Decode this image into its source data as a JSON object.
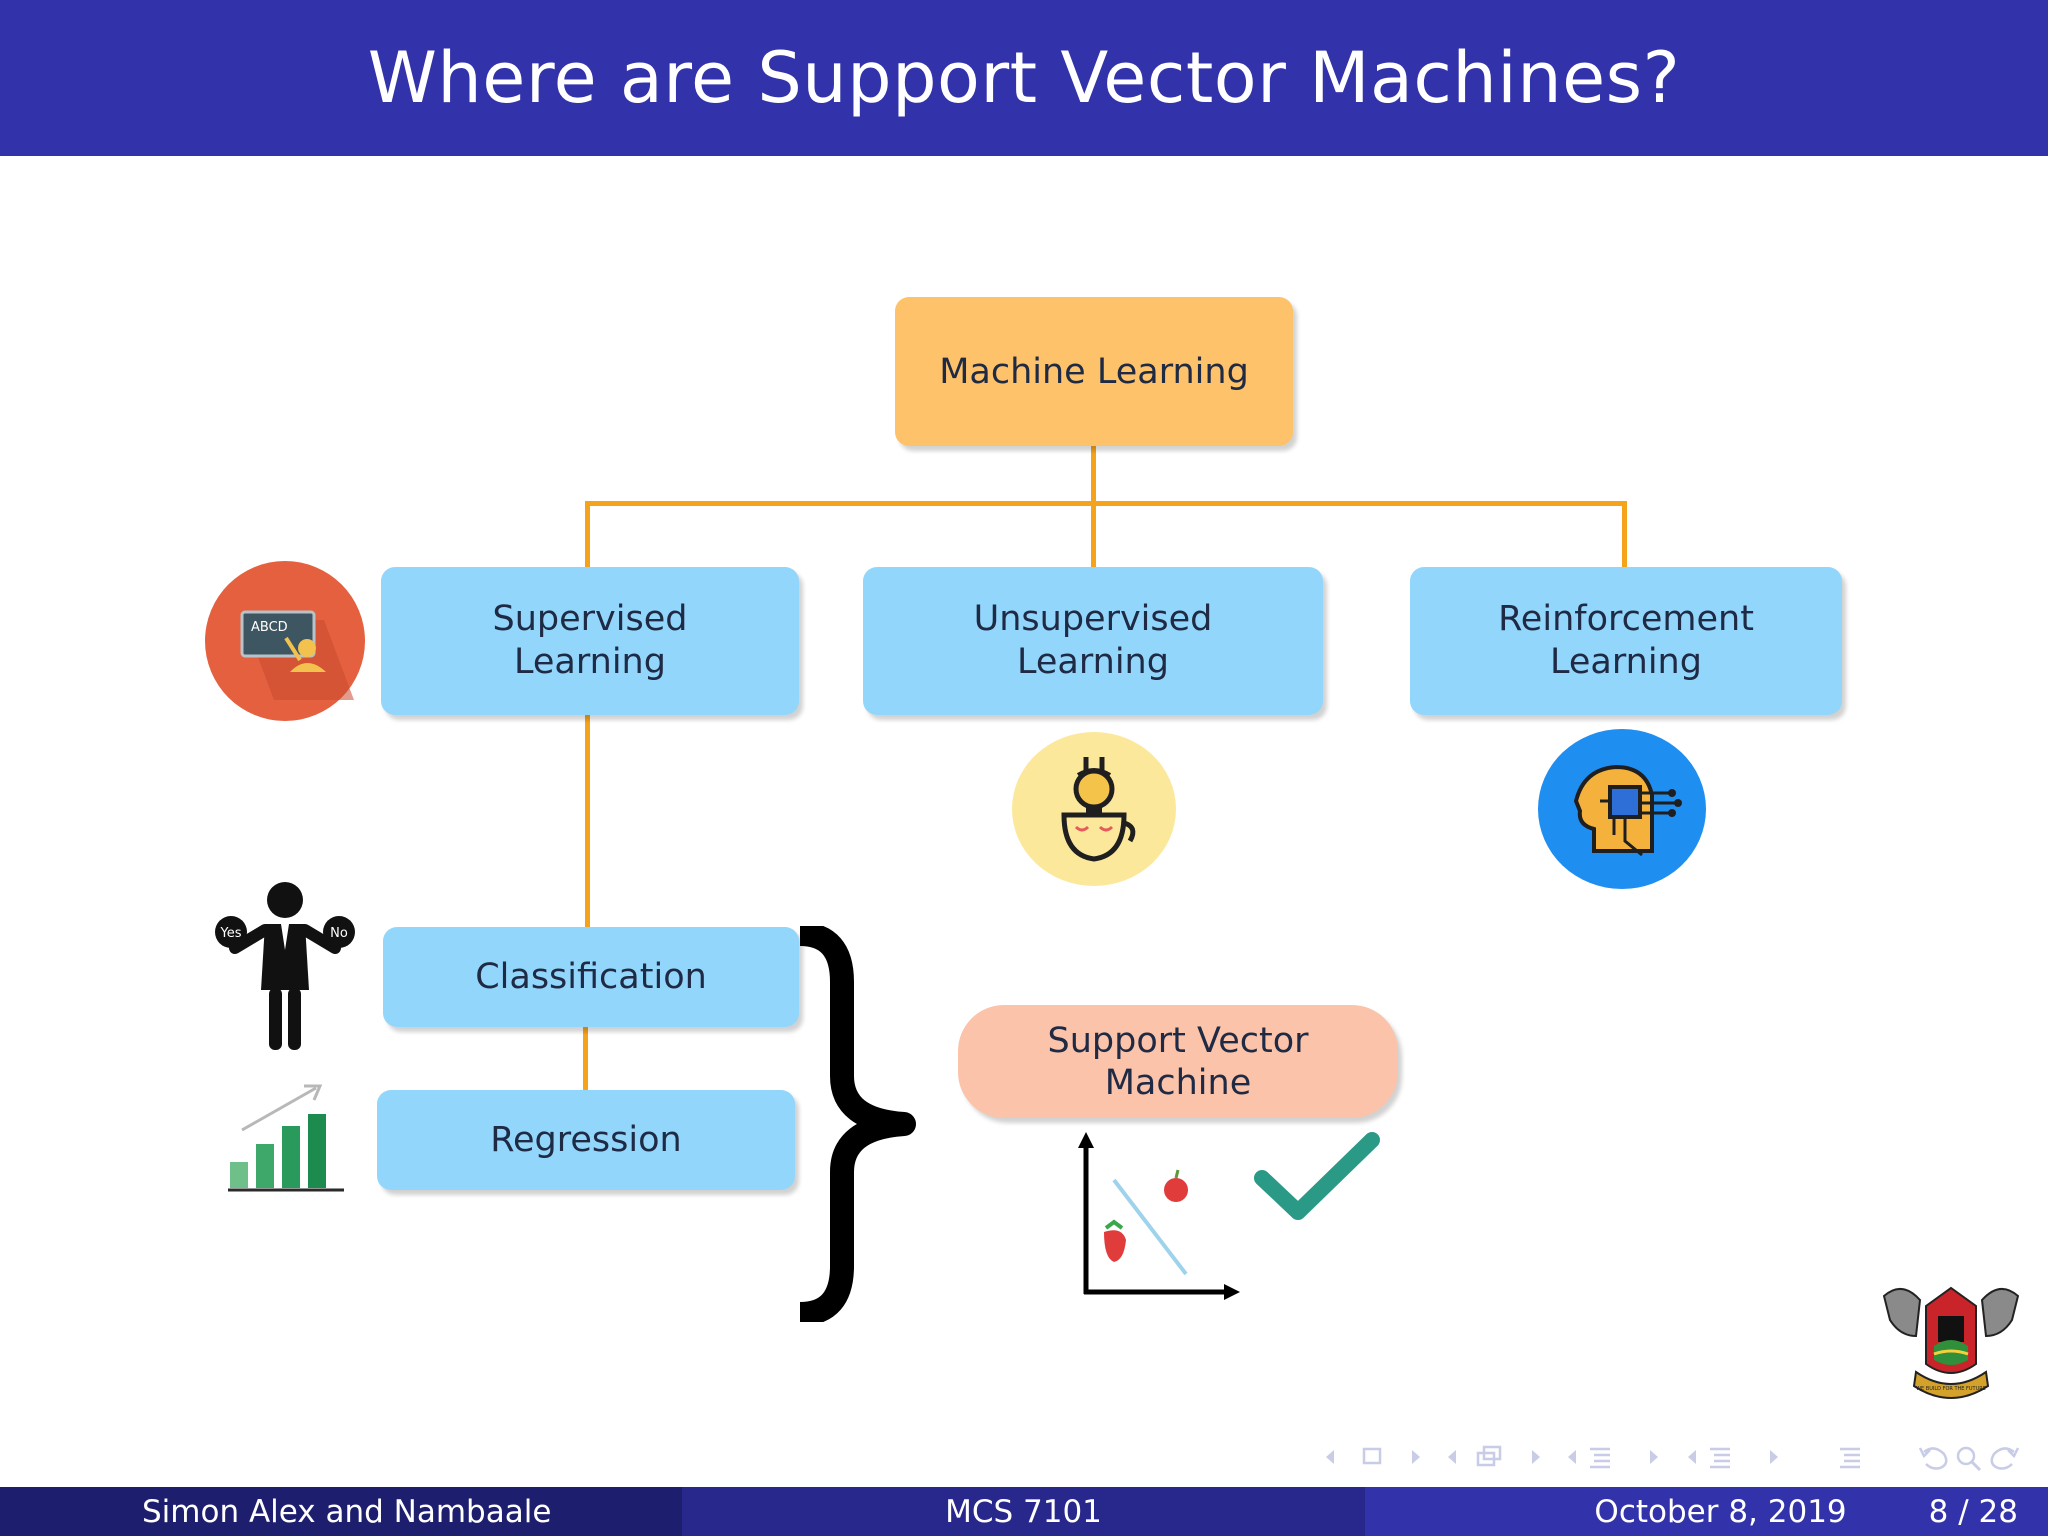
{
  "slide": {
    "title": "Where are Support Vector Machines?"
  },
  "diagram": {
    "root": "Machine Learning",
    "categories": [
      {
        "label": "Supervised\nLearning",
        "icon": "teacher-board-icon"
      },
      {
        "label": "Unsupervised\nLearning",
        "icon": "head-lightbulb-icon"
      },
      {
        "label": "Reinforcement\nLearning",
        "icon": "head-circuit-icon"
      }
    ],
    "supervised_children": [
      {
        "label": "Classification",
        "icon": "yes-no-person-icon"
      },
      {
        "label": "Regression",
        "icon": "bar-chart-growth-icon"
      }
    ],
    "person_badges": {
      "left": "Yes",
      "right": "No"
    },
    "target": "Support Vector\nMachine",
    "target_icons": [
      "scatter-separator-icon",
      "checkmark-icon"
    ],
    "brace": "curly-brace-icon",
    "colors": {
      "connector": "#f5a31a",
      "root_box": "#fdc26a",
      "category_box": "#93d6fb",
      "target_box": "#fbc3aa",
      "header": "#3232aa"
    }
  },
  "logo": {
    "motto": "WE BUILD FOR THE FUTURE"
  },
  "footer": {
    "authors": "Simon Alex and Nambaale",
    "course": "MCS 7101",
    "date": "October 8, 2019",
    "page": "8 / 28"
  }
}
